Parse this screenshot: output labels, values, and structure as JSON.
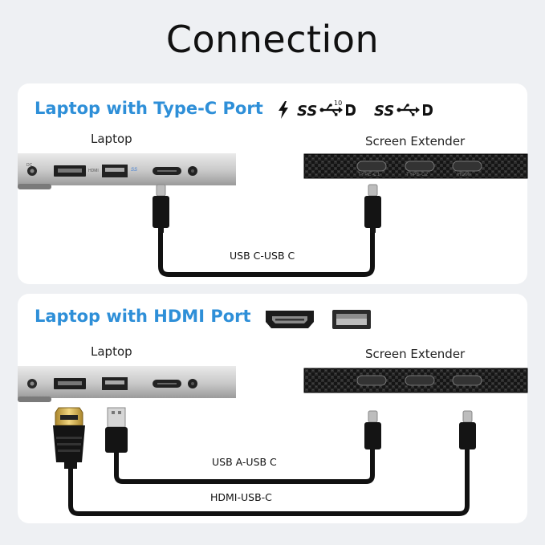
{
  "page": {
    "title": "Connection"
  },
  "section_typec": {
    "heading": "Laptop with Type-C Port",
    "laptop_label": "Laptop",
    "extender_label": "Screen Extender",
    "cable_label": "USB C-USB C",
    "port_icons": [
      "thunderbolt-icon",
      "superspeed-10-displayport-icon",
      "superspeed-displayport-icon"
    ],
    "superspeed_badge": "10"
  },
  "section_hdmi": {
    "heading": "Laptop with HDMI Port",
    "laptop_label": "Laptop",
    "extender_label": "Screen Extender",
    "cable_usb_label": "USB A-USB C",
    "cable_hdmi_label": "HDMI-USB-C",
    "port_icons": [
      "hdmi-port-icon",
      "usb-a-port-icon"
    ]
  },
  "laptop_ports": {
    "hdmi": "HDMI",
    "usb": "SS",
    "dc": "DC"
  },
  "extender_ports": [
    "TYPE-C1",
    "TYPE-C2",
    "HDMI"
  ],
  "colors": {
    "heading": "#2e8fd8",
    "card": "#ffffff",
    "background": "#eef0f3",
    "cable": "#111111",
    "carbon": "#1c1c1c"
  }
}
